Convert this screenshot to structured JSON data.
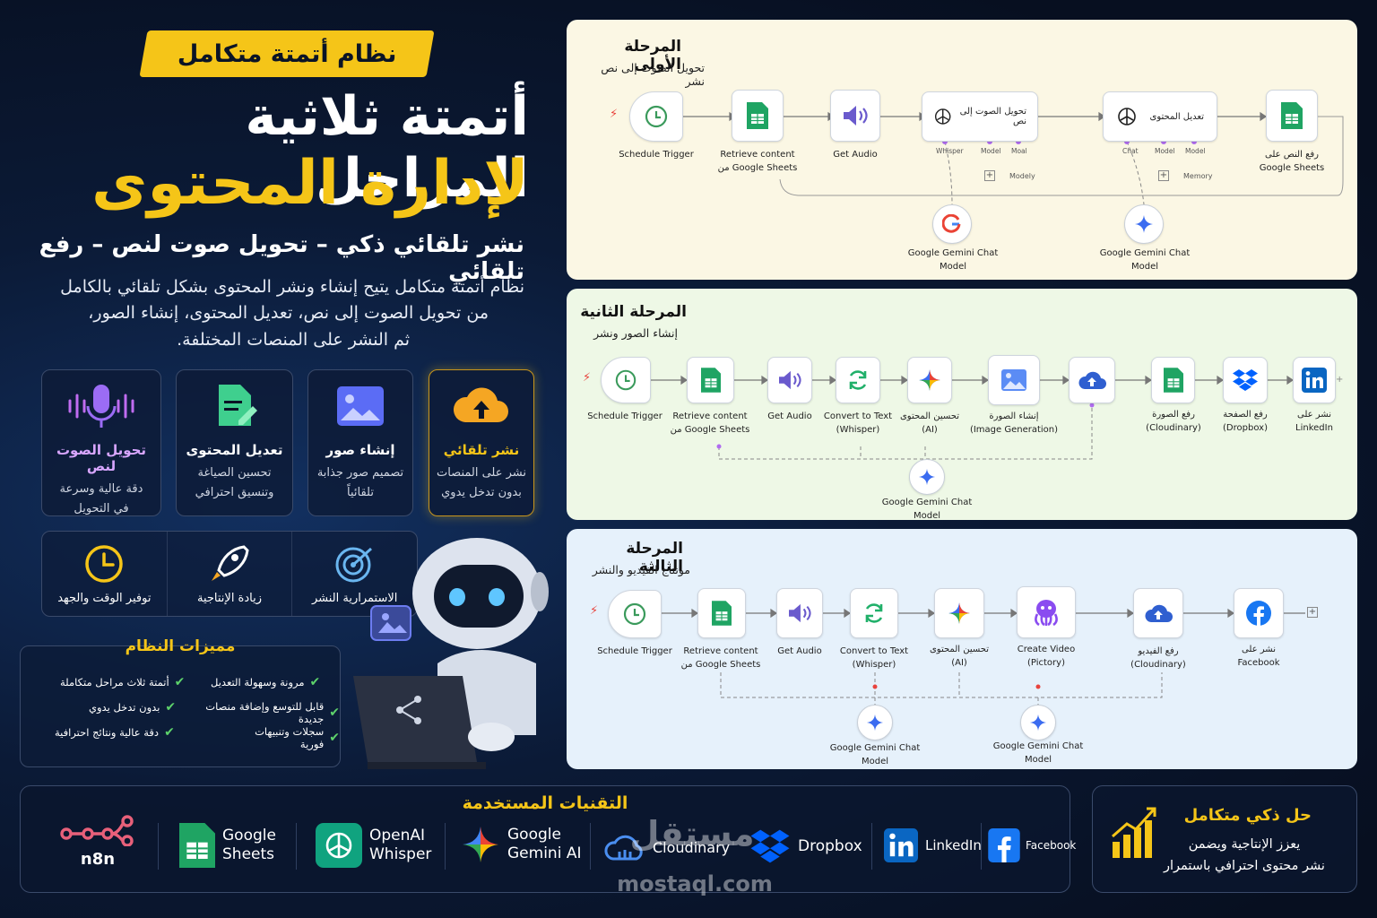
{
  "header": {
    "badge": "نظام أتمتة متكامل",
    "title_line1": "أتمتة ثلاثية المراحل",
    "title_line2": "لإدارة المحتوى",
    "subtitle": "نشر تلقائي ذكي – تحويل صوت لنص – رفع تلقائي",
    "desc_line1": "نظام أتمتة متكامل يتيح إنشاء ونشر المحتوى بشكل تلقائي بالكامل",
    "desc_line2": "من تحويل الصوت إلى نص، تعديل المحتوى، إنشاء الصور،",
    "desc_line3": "ثم النشر على المنصات المختلفة."
  },
  "cards": [
    {
      "title": "نشر تلقائي",
      "d1": "نشر على المنصات",
      "d2": "بدون تدخل يدوي",
      "icon": "cloud-upload-icon",
      "color": "#f5a623"
    },
    {
      "title": "إنشاء صور",
      "d1": "تصميم صور جذابة",
      "d2": "تلقائياً",
      "icon": "image-icon",
      "color": "#5b6cf5"
    },
    {
      "title": "تعديل المحتوى",
      "d1": "تحسين الصياغة",
      "d2": "وتنسيق احترافي",
      "icon": "document-edit-icon",
      "color": "#3fcf8e"
    },
    {
      "title": "تحويل الصوت لنص",
      "d1": "دقة عالية وسرعة",
      "d2": "في التحويل",
      "icon": "microphone-icon",
      "color": "#b06cf0"
    }
  ],
  "benefits": [
    {
      "label": "الاستمرارية النشر",
      "icon": "target-icon"
    },
    {
      "label": "زيادة الإنتاجية",
      "icon": "rocket-icon"
    },
    {
      "label": "توفير الوقت والجهد",
      "icon": "clock-icon"
    }
  ],
  "features": {
    "title": "مميزات النظام",
    "items": [
      "مرونة وسهولة التعديل",
      "قابل للتوسع وإضافة منصات جديدة",
      "سجلات وتنبيهات فورية",
      "أتمتة ثلاث مراحل متكاملة",
      "بدون تدخل يدوي",
      "دقة عالية ونتائج احترافية"
    ]
  },
  "phase1": {
    "title": "المرحلة الأولى",
    "subtitle": "تحويل الصوت إلى نص نشر",
    "n_trigger": "Schedule Trigger",
    "n_retrieve1": "Retrieve content",
    "n_retrieve2": "من Google Sheets",
    "n_audio": "Get Audio",
    "n_convert": "تحويل الصوت إلى نص",
    "n_edit": "تعديل المحتوى",
    "n_up1": "رفع النص على",
    "n_up2": "Google Sheets",
    "s_whisper": "Whisper",
    "s_model": "Model",
    "s_moal": "Moal",
    "s_modely": "Modely",
    "s_chat": "Chat",
    "s_model2": "Model",
    "s_model3": "Model",
    "s_memory": "Memory",
    "gem_a1": "Google Gemini Chat",
    "gem_a2": "Model",
    "gem_b1": "Google Gemini Chat",
    "gem_b2": "Model"
  },
  "phase2": {
    "title": "المرحلة الثانية",
    "subtitle": "إنشاء الصور ونشر",
    "n_trigger": "Schedule Trigger",
    "n_retrieve1": "Retrieve content",
    "n_retrieve2": "من Google Sheets",
    "n_audio": "Get Audio",
    "n_conv1": "Convert to Text",
    "n_conv2": "(Whisper)",
    "n_imp1": "تحسين المحتوى",
    "n_imp2": "(AI)",
    "n_img1": "إنشاء الصورة",
    "n_img2": "(Image Generation)",
    "n_upimg1": "رفع الصورة",
    "n_upimg2": "(Cloudinary)",
    "n_uppage1": "رفع الصفحة",
    "n_uppage2": "(Dropbox)",
    "n_li1": "نشر على",
    "n_li2": "LinkedIn",
    "gem1": "Google Gemini Chat",
    "gem2": "Model"
  },
  "phase3": {
    "title": "المرحلة الثالثة",
    "subtitle": "مونتاج الفيديو والنشر",
    "n_trigger": "Schedule Trigger",
    "n_retrieve1": "Retrieve content",
    "n_retrieve2": "من Google Sheets",
    "n_audio": "Get Audio",
    "n_conv1": "Convert to Text",
    "n_conv2": "(Whisper)",
    "n_imp1": "تحسين المحتوى",
    "n_imp2": "(AI)",
    "n_vid1": "Create Video",
    "n_vid2": "(Pictory)",
    "n_upvid1": "رفع الفيديو",
    "n_upvid2": "(Cloudinary)",
    "n_fb1": "نشر على",
    "n_fb2": "Facebook",
    "gem_a1": "Google Gemini Chat",
    "gem_a2": "Model",
    "gem_b1": "Google Gemini Chat",
    "gem_b2": "Model"
  },
  "tech": {
    "title": "التقنيات المستخدمة",
    "n8n": "n8n",
    "gs1": "Google",
    "gs2": "Sheets",
    "oa1": "OpenAI",
    "oa2": "Whisper",
    "gg1": "Google",
    "gg2": "Gemini AI",
    "cloud": "Cloudinary",
    "dropbox": "Dropbox",
    "linkedin": "LinkedIn",
    "facebook": "Facebook"
  },
  "solution": {
    "title": "حل ذكي متكامل",
    "l1": "يعزز الإنتاجية ويضمن",
    "l2": "نشر محتوى احترافي باستمرار"
  },
  "watermark": {
    "ar": "مستقل",
    "en": "mostaql.com"
  },
  "colors": {
    "accent": "#f5c518",
    "bg": "#0b1426",
    "p1": "#fbf7e4",
    "p2": "#eef8e6",
    "p3": "#e6f1fb",
    "sheets": "#1fa463",
    "audio": "#6a5acd"
  }
}
